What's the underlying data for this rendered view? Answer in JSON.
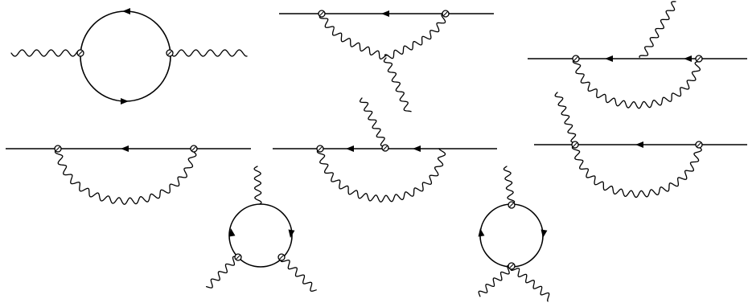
{
  "figure": {
    "kind": "feynman-diagrams",
    "line_color": "#000000",
    "background": "#ffffff",
    "diagram_count": 8,
    "diagrams": [
      "vacuum-polarization-loop",
      "vertex-correction-triangle",
      "self-energy-with-external-photon-right",
      "self-energy-rainbow",
      "self-energy-with-external-photon-middle",
      "self-energy-with-external-photon-left",
      "triangle-loop-three-photons",
      "loop-seagull-three-photons"
    ]
  }
}
